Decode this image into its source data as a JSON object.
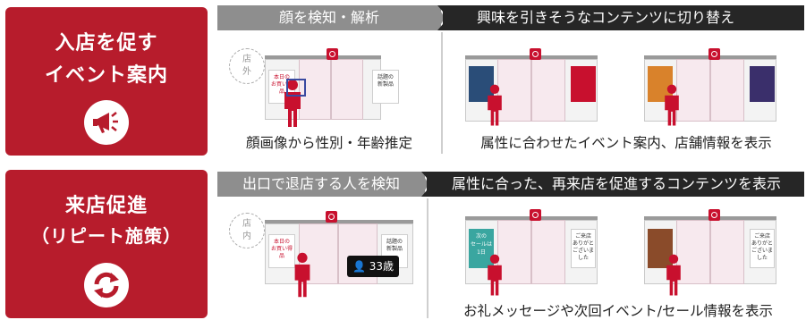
{
  "row1": {
    "label_line1": "入店を促す",
    "label_line2": "イベント案内",
    "icon": "megaphone-icon",
    "step1_title": "顔を検知・解析",
    "step2_title": "興味を引きそうなコンテンツに切り替え",
    "caption_left": "顔画像から性別・年齢推定",
    "caption_right": "属性に合わせたイベント案内、店舗情報を表示",
    "store_label": "店\n外",
    "poster_a": "本日の\nお買い得品",
    "poster_b": "話題の\n新製品"
  },
  "row2": {
    "label_line1": "来店促進",
    "label_line2": "（リピート施策）",
    "icon": "refresh-icon",
    "step1_title": "出口で退店する人を検知",
    "step2_title": "属性に合った、再来店を促進するコンテンツを表示",
    "caption_right": "お礼メッセージや次回イベント/セール情報を表示",
    "store_label": "店\n内",
    "poster_a": "本日の\nお買い得品",
    "poster_b": "話題の\n新製品",
    "age_tag": "33歳",
    "poster_sale": "次の\nセールは\n1日",
    "poster_thanks": "ご来店\nありがと\nございました"
  },
  "colors": {
    "brand_red": "#b71c2c",
    "bar_gray": "#8e8e8e",
    "bar_dark": "#262626"
  }
}
